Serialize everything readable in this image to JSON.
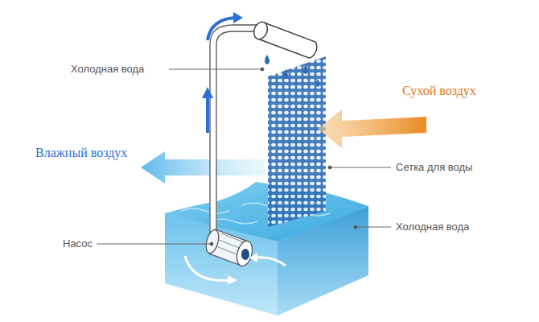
{
  "diagram": {
    "labels": [
      "Холодная вода",
      "Влажный воздух",
      "Сухой воздух",
      "Сетка для воды",
      "Холодная вода",
      "Насос"
    ]
  }
}
